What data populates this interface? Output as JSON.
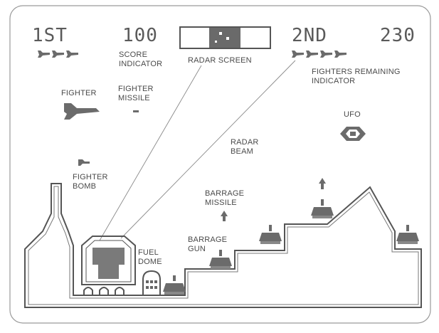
{
  "hud": {
    "player1_label": "1ST",
    "player1_score": "100",
    "player2_label": "2ND",
    "player2_score": "230",
    "player1_fighters_remaining": 3,
    "player2_fighters_remaining": 4
  },
  "labels": {
    "score_indicator": [
      "SCORE",
      "INDICATOR"
    ],
    "radar_screen": "RADAR SCREEN",
    "fighters_remaining_indicator": [
      "FIGHTERS REMAINING",
      "INDICATOR"
    ],
    "fighter": "FIGHTER",
    "fighter_missile": [
      "FIGHTER",
      "MISSILE"
    ],
    "ufo": "UFO",
    "radar_beam": [
      "RADAR",
      "BEAM"
    ],
    "fighter_bomb": [
      "FIGHTER",
      "BOMB"
    ],
    "barrage_missile": [
      "BARRAGE",
      "MISSILE"
    ],
    "barrage_gun": [
      "BARRAGE",
      "GUN"
    ],
    "fuel_dome": [
      "FUEL",
      "DOME"
    ]
  },
  "colors": {
    "ink": "#4a4a4a",
    "sprite": "#6b6b6b",
    "background": "#ffffff"
  }
}
